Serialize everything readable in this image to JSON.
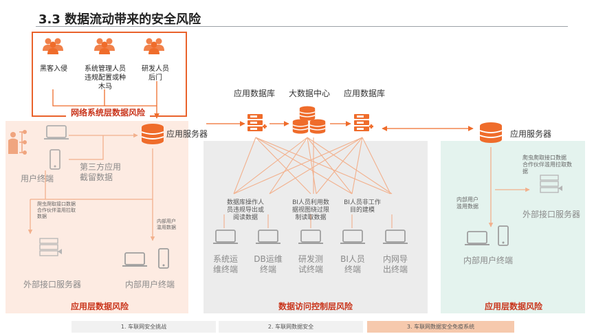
{
  "title": "3.3 数据流动带来的安全风险",
  "top_actors": {
    "hacker": "黑客入侵",
    "sysadmin": [
      "系统管理人员",
      "违规配置或种",
      "木马"
    ],
    "developer": [
      "研发人员",
      "后门"
    ]
  },
  "network_risk": "网络系统层数据风险",
  "left": {
    "app_server": "应用服务器",
    "user_terminal": "用户终端",
    "third_party": [
      "第三方应用",
      "截留数据"
    ],
    "crawler_note": [
      "爬虫爬取接口数据",
      "合作伙伴滥用拉取",
      "数据"
    ],
    "internal_note": [
      "内部用户",
      "滥用数据"
    ],
    "ext_server": "外部接口服务器",
    "internal_terminal": "内部用户终端",
    "risk": "应用层数据风险"
  },
  "center": {
    "app_db_left": "应用数据库",
    "bigdata": "大数据中心",
    "app_db_right": "应用数据库",
    "risk_notes": [
      [
        "数据库操作人",
        "员违规导出或",
        "阅读数据"
      ],
      [
        "BI人员利用数",
        "据视图绕过限",
        "制读取数据"
      ],
      [
        "BI人员非工作",
        "目的建模"
      ]
    ],
    "terminals": [
      [
        "系统运",
        "维终端"
      ],
      [
        "DB运维",
        "终端"
      ],
      [
        "研发测",
        "试终端"
      ],
      [
        "BI人员",
        "终端"
      ],
      [
        "内网导",
        "出终端"
      ]
    ],
    "risk": "数据访问控制层风险"
  },
  "right": {
    "app_server": "应用服务器",
    "crawler_note": [
      "爬虫爬取接口数据",
      "合作伙伴滥用拉取数",
      "据"
    ],
    "ext_server": "外部接口服务器",
    "internal_note": [
      "内部用户",
      "滥用数据"
    ],
    "internal_terminal": "内部用户终端",
    "risk": "应用层数据风险"
  },
  "footer_tabs": [
    "1. 车联网安全挑战",
    "2. 车联网数据安全",
    "3. 车联网数据安全免疫系统"
  ],
  "colors": {
    "accent": "#ef6c2b",
    "risk_text": "#c9351c",
    "gray_icon": "#aaaaaa"
  }
}
